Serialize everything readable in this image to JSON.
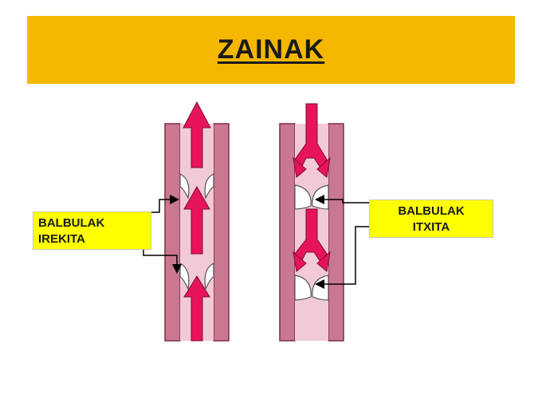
{
  "title": "ZAINAK",
  "labels": {
    "open": {
      "line1": "BALBULAK",
      "line2": "IREKITA"
    },
    "closed": {
      "line1": "BALBULAK",
      "line2": "ITXITA"
    }
  },
  "colors": {
    "title_bar": "#f5b800",
    "label_bg": "#ffff00",
    "vein_wall": "#c9788f",
    "vein_lumen": "#f2c9d6",
    "arrow": "#e8145a",
    "valve": "#ffffff"
  }
}
